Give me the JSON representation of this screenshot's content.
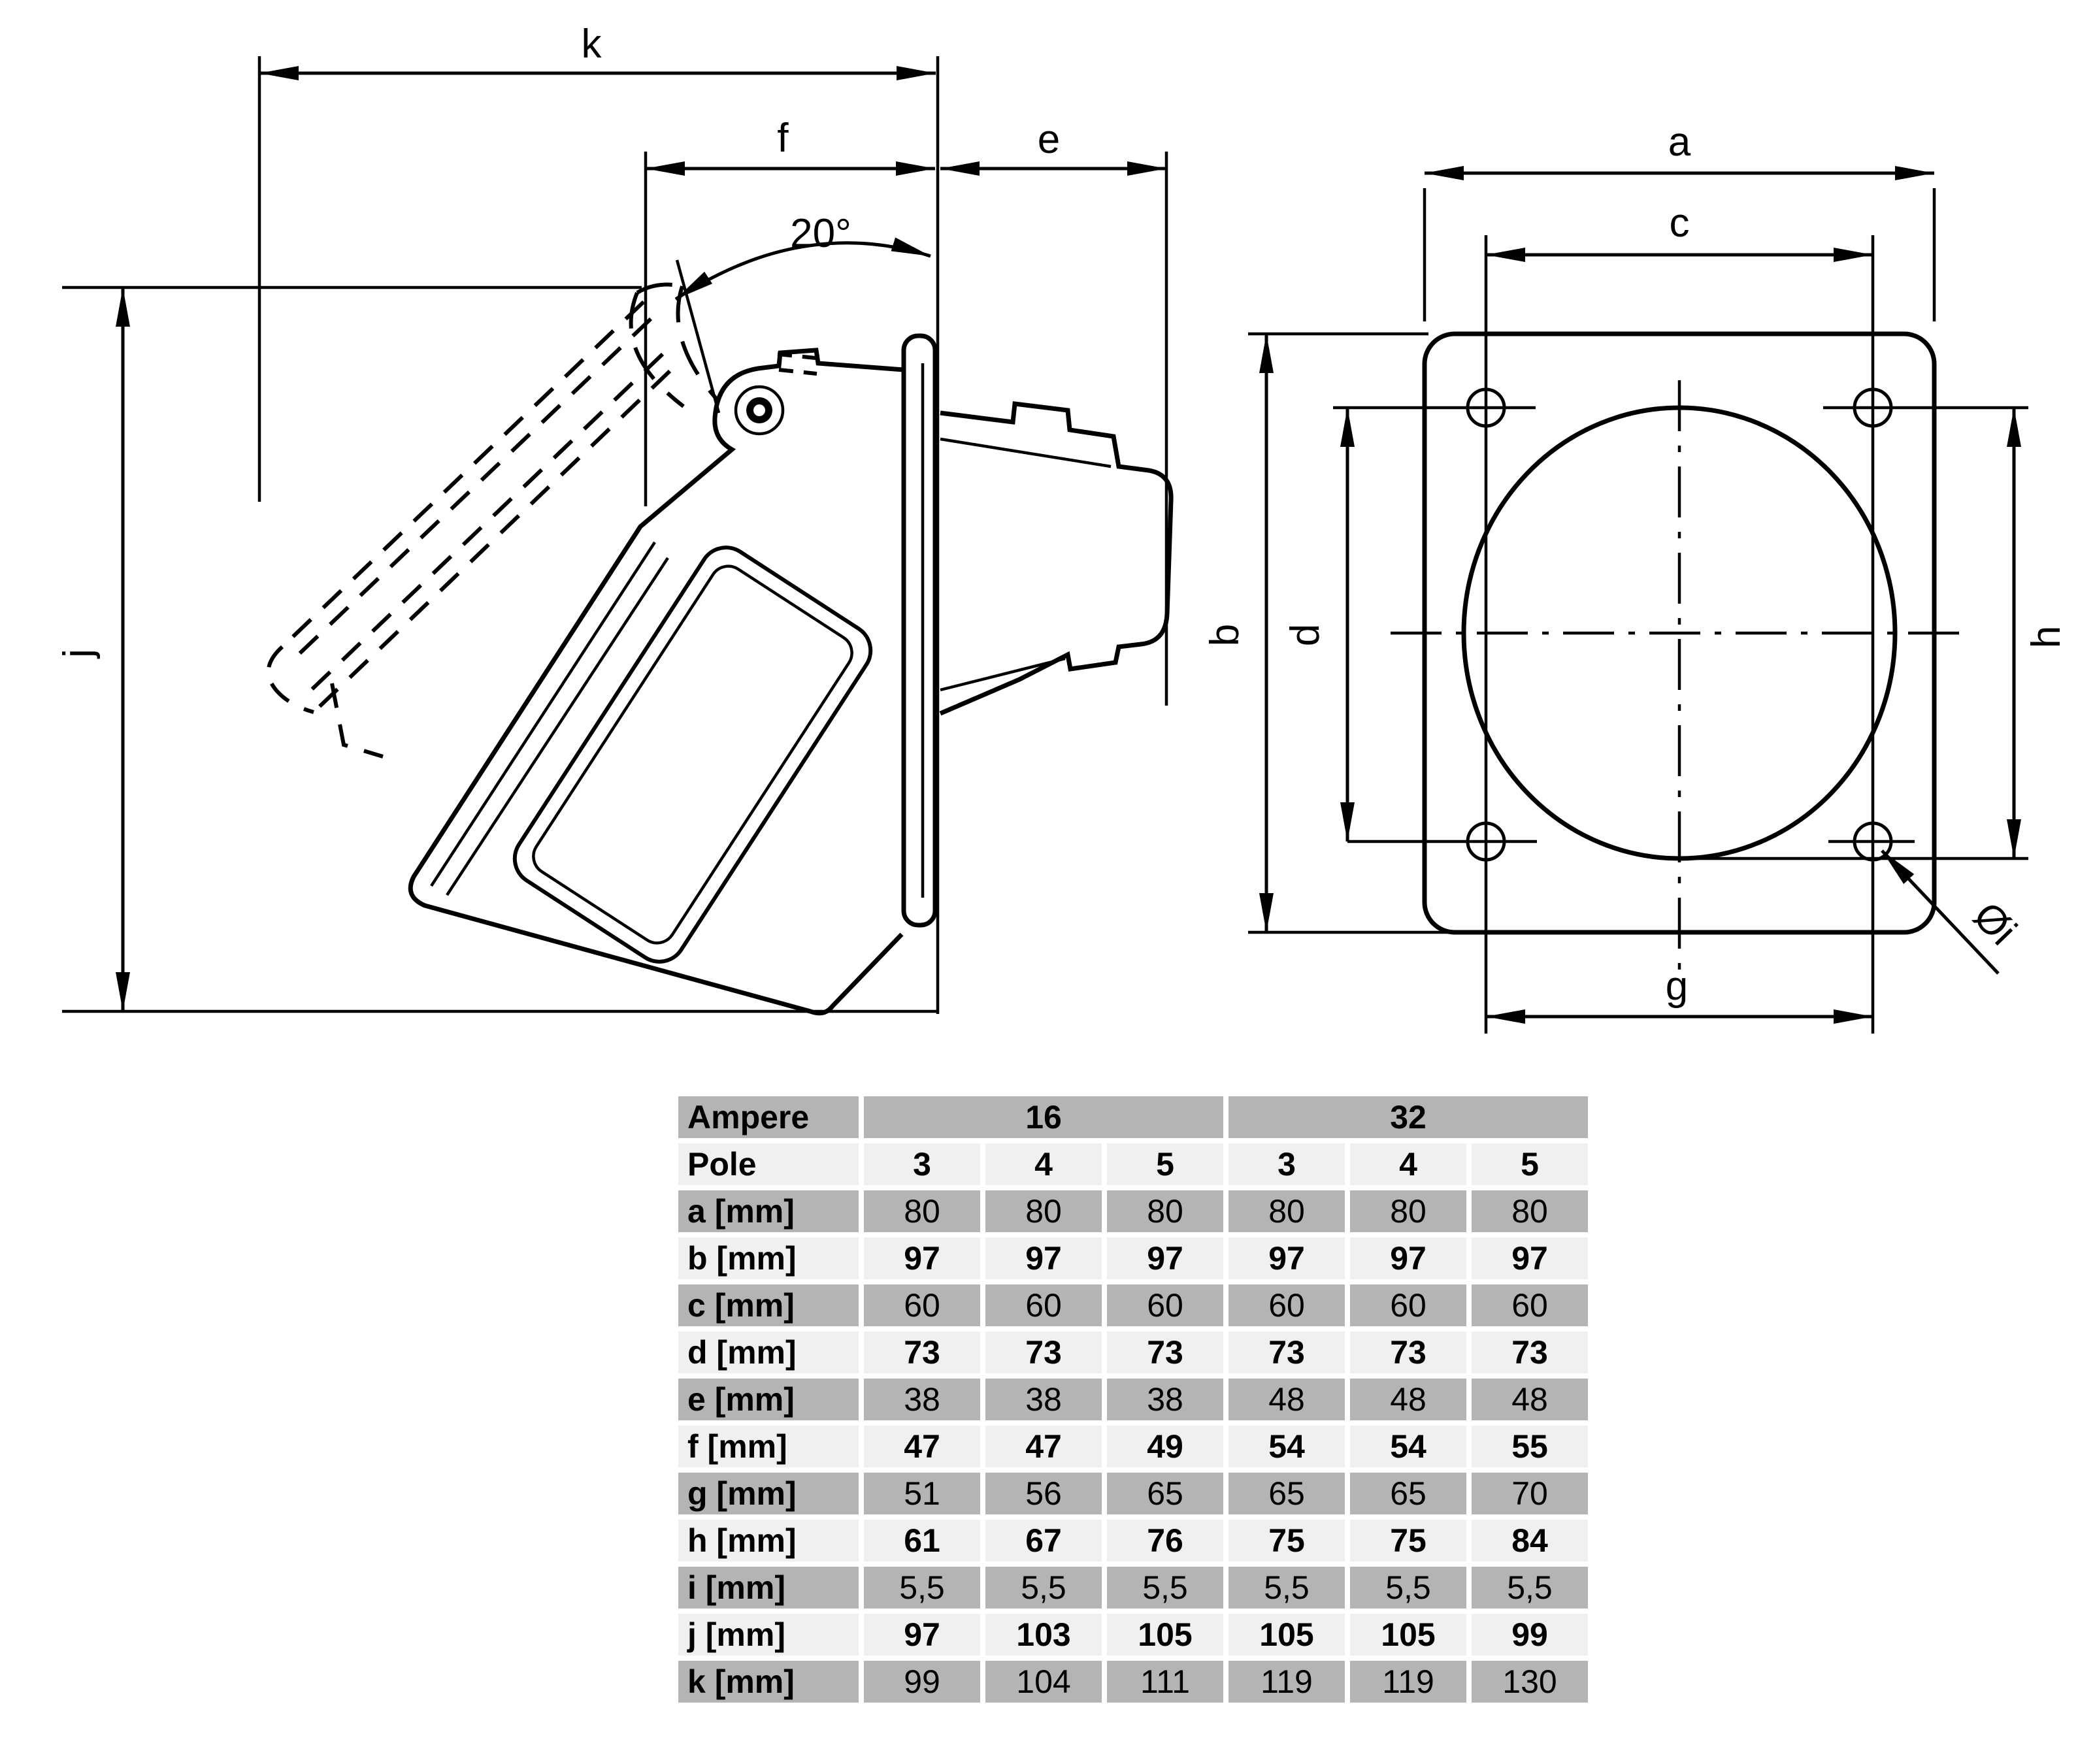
{
  "side_view": {
    "labels": {
      "k": "k",
      "f": "f",
      "e": "e",
      "angle": "20°",
      "j": "j"
    }
  },
  "front_view": {
    "labels": {
      "a": "a",
      "c": "c",
      "b": "b",
      "d": "d",
      "h": "h",
      "g": "g",
      "hole_diameter": "Øi"
    }
  },
  "table": {
    "colors": {
      "gray": "#b4b4b4",
      "light": "#f0f0f0"
    },
    "ampere_label": "Ampere",
    "ampere_groups": [
      {
        "label": "16",
        "span": 3
      },
      {
        "label": "32",
        "span": 3
      }
    ],
    "pole_label": "Pole",
    "pole_values": [
      "3",
      "4",
      "5",
      "3",
      "4",
      "5"
    ],
    "rows": [
      {
        "label": "a [mm]",
        "values": [
          "80",
          "80",
          "80",
          "80",
          "80",
          "80"
        ],
        "shade": "g",
        "bold": false
      },
      {
        "label": "b [mm]",
        "values": [
          "97",
          "97",
          "97",
          "97",
          "97",
          "97"
        ],
        "shade": "l",
        "bold": true
      },
      {
        "label": "c [mm]",
        "values": [
          "60",
          "60",
          "60",
          "60",
          "60",
          "60"
        ],
        "shade": "g",
        "bold": false
      },
      {
        "label": "d [mm]",
        "values": [
          "73",
          "73",
          "73",
          "73",
          "73",
          "73"
        ],
        "shade": "l",
        "bold": true
      },
      {
        "label": "e [mm]",
        "values": [
          "38",
          "38",
          "38",
          "48",
          "48",
          "48"
        ],
        "shade": "g",
        "bold": false
      },
      {
        "label": "f [mm]",
        "values": [
          "47",
          "47",
          "49",
          "54",
          "54",
          "55"
        ],
        "shade": "l",
        "bold": true
      },
      {
        "label": "g [mm]",
        "values": [
          "51",
          "56",
          "65",
          "65",
          "65",
          "70"
        ],
        "shade": "g",
        "bold": false
      },
      {
        "label": "h [mm]",
        "values": [
          "61",
          "67",
          "76",
          "75",
          "75",
          "84"
        ],
        "shade": "l",
        "bold": true
      },
      {
        "label": "i [mm]",
        "values": [
          "5,5",
          "5,5",
          "5,5",
          "5,5",
          "5,5",
          "5,5"
        ],
        "shade": "g",
        "bold": false
      },
      {
        "label": "j [mm]",
        "values": [
          "97",
          "103",
          "105",
          "105",
          "105",
          "99"
        ],
        "shade": "l",
        "bold": true
      },
      {
        "label": "k [mm]",
        "values": [
          "99",
          "104",
          "111",
          "119",
          "119",
          "130"
        ],
        "shade": "g",
        "bold": false
      }
    ]
  }
}
